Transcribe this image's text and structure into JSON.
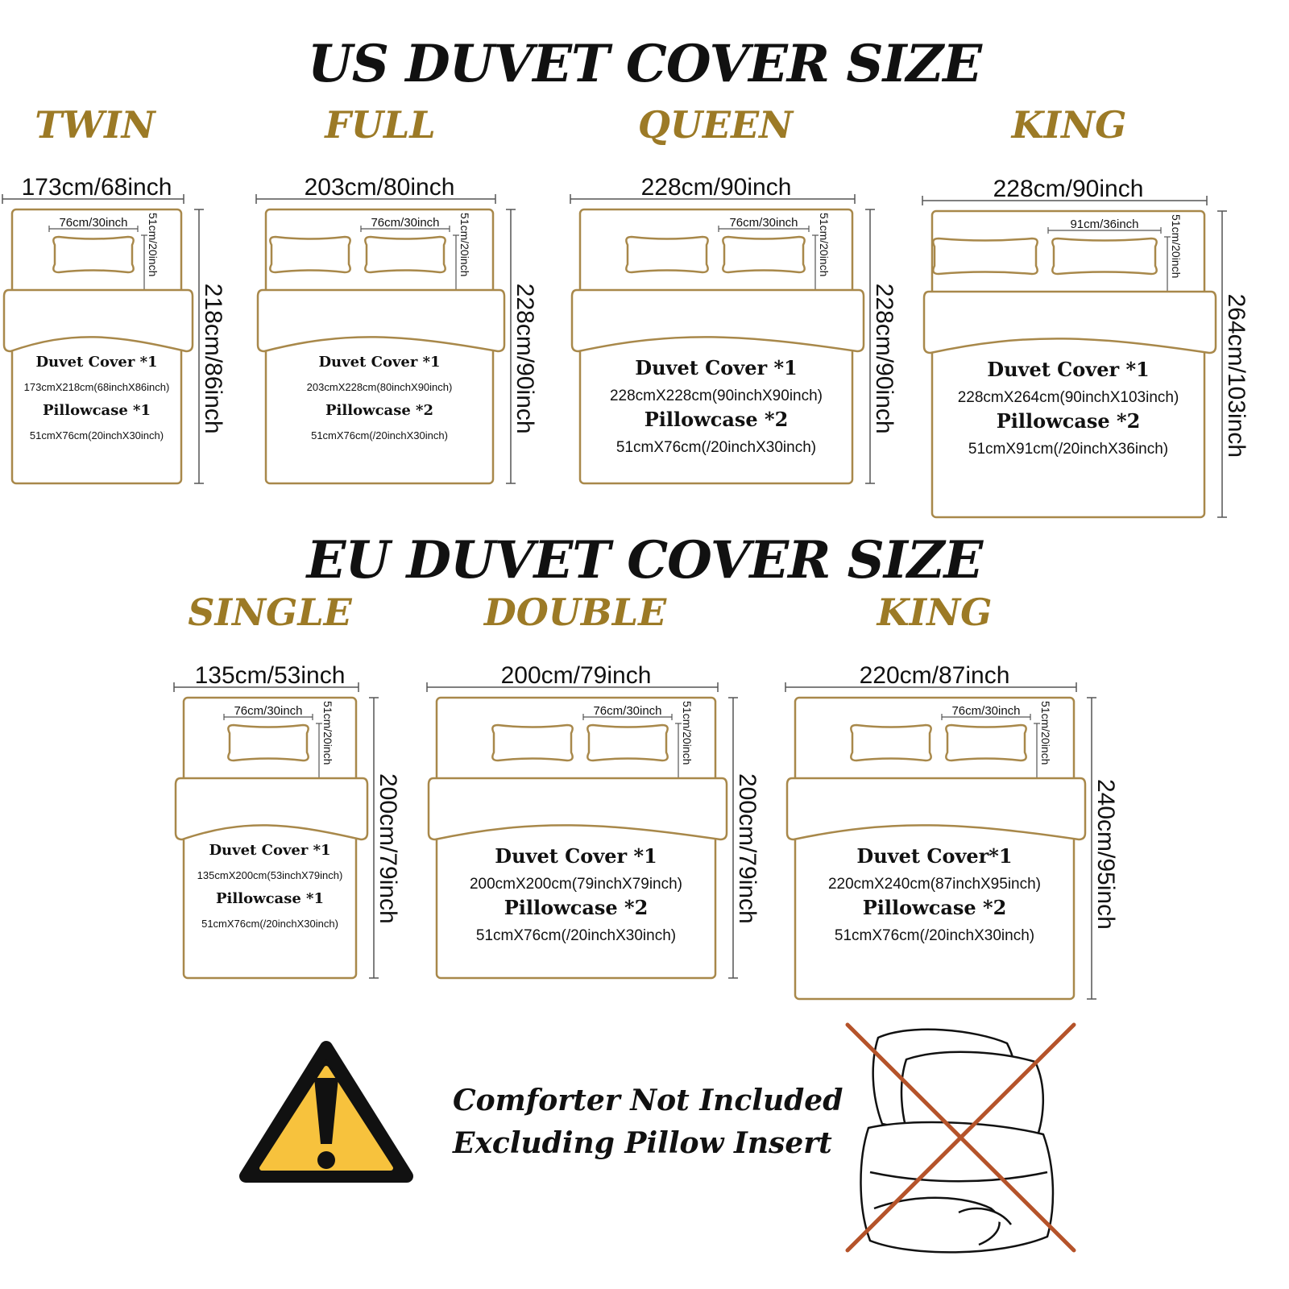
{
  "colors": {
    "gold": "#9c7a26",
    "outline": "#a8884a",
    "dim": "#555555",
    "cross": "#b5532a",
    "warning_fill": "#f7c23d"
  },
  "us": {
    "title": "US DUVET COVER SIZE",
    "sizes": [
      {
        "name": "TWIN",
        "width_label": "173cm/68inch",
        "height_label": "218cm/86inch",
        "pillow_w_label": "76cm/30inch",
        "pillow_h_label": "51cm/20inch",
        "pillow_count": 1,
        "line1": "Duvet Cover *1",
        "line2": "173cmX218cm(68inchX86inch)",
        "line3": "Pillowcase *1",
        "line4": "51cmX76cm(20inchX30inch)"
      },
      {
        "name": "FULL",
        "width_label": "203cm/80inch",
        "height_label": "228cm/90inch",
        "pillow_w_label": "76cm/30inch",
        "pillow_h_label": "51cm/20inch",
        "pillow_count": 2,
        "line1": "Duvet Cover *1",
        "line2": "203cmX228cm(80inchX90inch)",
        "line3": "Pillowcase *2",
        "line4": "51cmX76cm(/20inchX30inch)"
      },
      {
        "name": "QUEEN",
        "width_label": "228cm/90inch",
        "height_label": "228cm/90inch",
        "pillow_w_label": "76cm/30inch",
        "pillow_h_label": "51cm/20inch",
        "pillow_count": 2,
        "line1": "Duvet Cover *1",
        "line2": "228cmX228cm(90inchX90inch)",
        "line3": "Pillowcase *2",
        "line4": "51cmX76cm(/20inchX30inch)"
      },
      {
        "name": "KING",
        "width_label": "228cm/90inch",
        "height_label": "264cm/103inch",
        "pillow_w_label": "91cm/36inch",
        "pillow_h_label": "51cm/20inch",
        "pillow_count": 2,
        "line1": "Duvet Cover *1",
        "line2": "228cmX264cm(90inchX103inch)",
        "line3": "Pillowcase *2",
        "line4": "51cmX91cm(/20inchX36inch)"
      }
    ]
  },
  "eu": {
    "title": "EU DUVET COVER SIZE",
    "sizes": [
      {
        "name": "SINGLE",
        "width_label": "135cm/53inch",
        "height_label": "200cm/79inch",
        "pillow_w_label": "76cm/30inch",
        "pillow_h_label": "51cm/20inch",
        "pillow_count": 1,
        "line1": "Duvet Cover *1",
        "line2": "135cmX200cm(53inchX79inch)",
        "line3": "Pillowcase *1",
        "line4": "51cmX76cm(/20inchX30inch)"
      },
      {
        "name": "DOUBLE",
        "width_label": "200cm/79inch",
        "height_label": "200cm/79inch",
        "pillow_w_label": "76cm/30inch",
        "pillow_h_label": "51cm/20inch",
        "pillow_count": 2,
        "line1": "Duvet Cover *1",
        "line2": "200cmX200cm(79inchX79inch)",
        "line3": "Pillowcase *2",
        "line4": "51cmX76cm(/20inchX30inch)"
      },
      {
        "name": "KING",
        "width_label": "220cm/87inch",
        "height_label": "240cm/95inch",
        "pillow_w_label": "76cm/30inch",
        "pillow_h_label": "51cm/20inch",
        "pillow_count": 2,
        "line1": "Duvet Cover*1",
        "line2": "220cmX240cm(87inchX95inch)",
        "line3": "Pillowcase *2",
        "line4": "51cmX76cm(/20inchX30inch)"
      }
    ]
  },
  "notice": {
    "line1": "Comforter Not Included",
    "line2": "Excluding Pillow Insert",
    "warning_icon": "warning-triangle-icon",
    "crossed_icon": "crossed-out-comforter-icon"
  }
}
